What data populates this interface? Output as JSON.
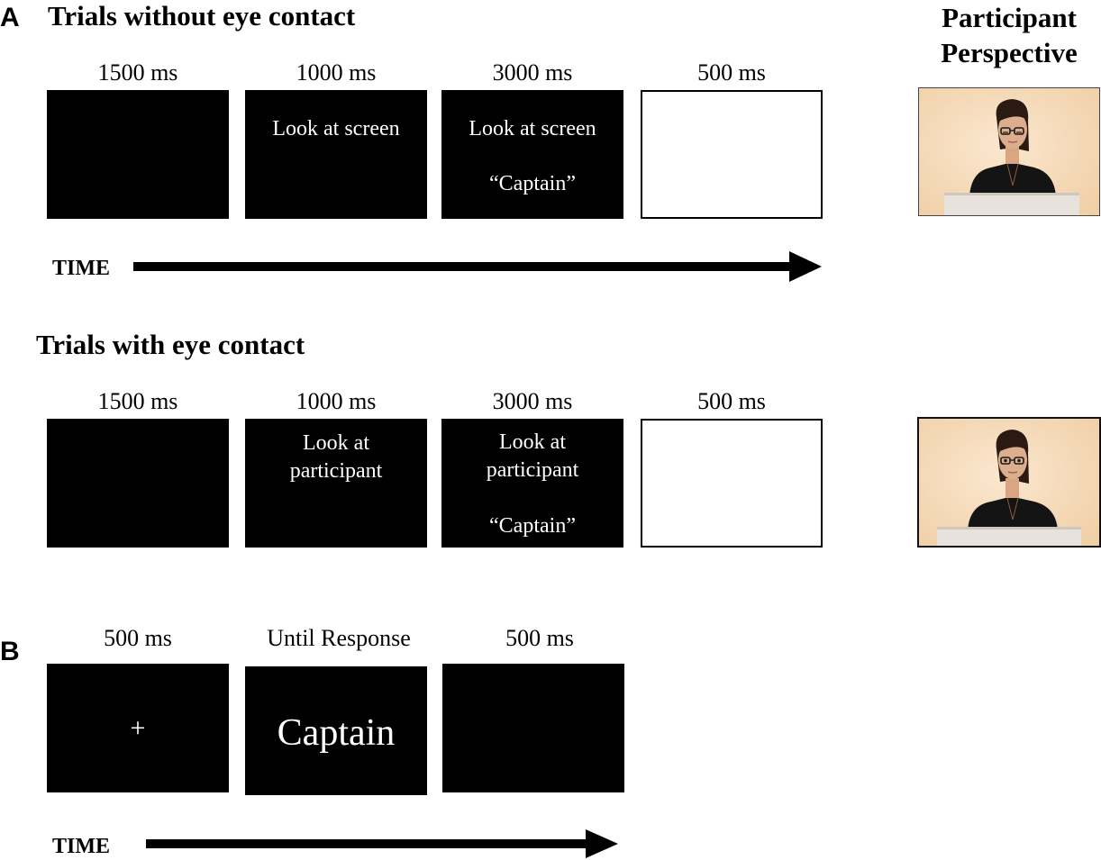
{
  "panel_a": {
    "letter": "A",
    "perspective_title_line1": "Participant",
    "perspective_title_line2": "Perspective",
    "without_contact": {
      "heading": "Trials without eye contact",
      "durations": [
        "1500 ms",
        "1000 ms",
        "3000 ms",
        "500 ms"
      ],
      "screen2_text": "Look at screen",
      "screen3_text": "Look at screen",
      "screen3_word": "“Captain”",
      "time_label": "TIME"
    },
    "with_contact": {
      "heading": "Trials with eye contact",
      "durations": [
        "1500 ms",
        "1000 ms",
        "3000 ms",
        "500 ms"
      ],
      "screen2_line1": "Look at",
      "screen2_line2": "participant",
      "screen3_line1": "Look at",
      "screen3_line2": "participant",
      "screen3_word": "“Captain”"
    }
  },
  "panel_b": {
    "letter": "B",
    "durations": [
      "500 ms",
      "Until Response",
      "500 ms"
    ],
    "fixation": "+",
    "word": "Captain",
    "time_label": "TIME"
  }
}
